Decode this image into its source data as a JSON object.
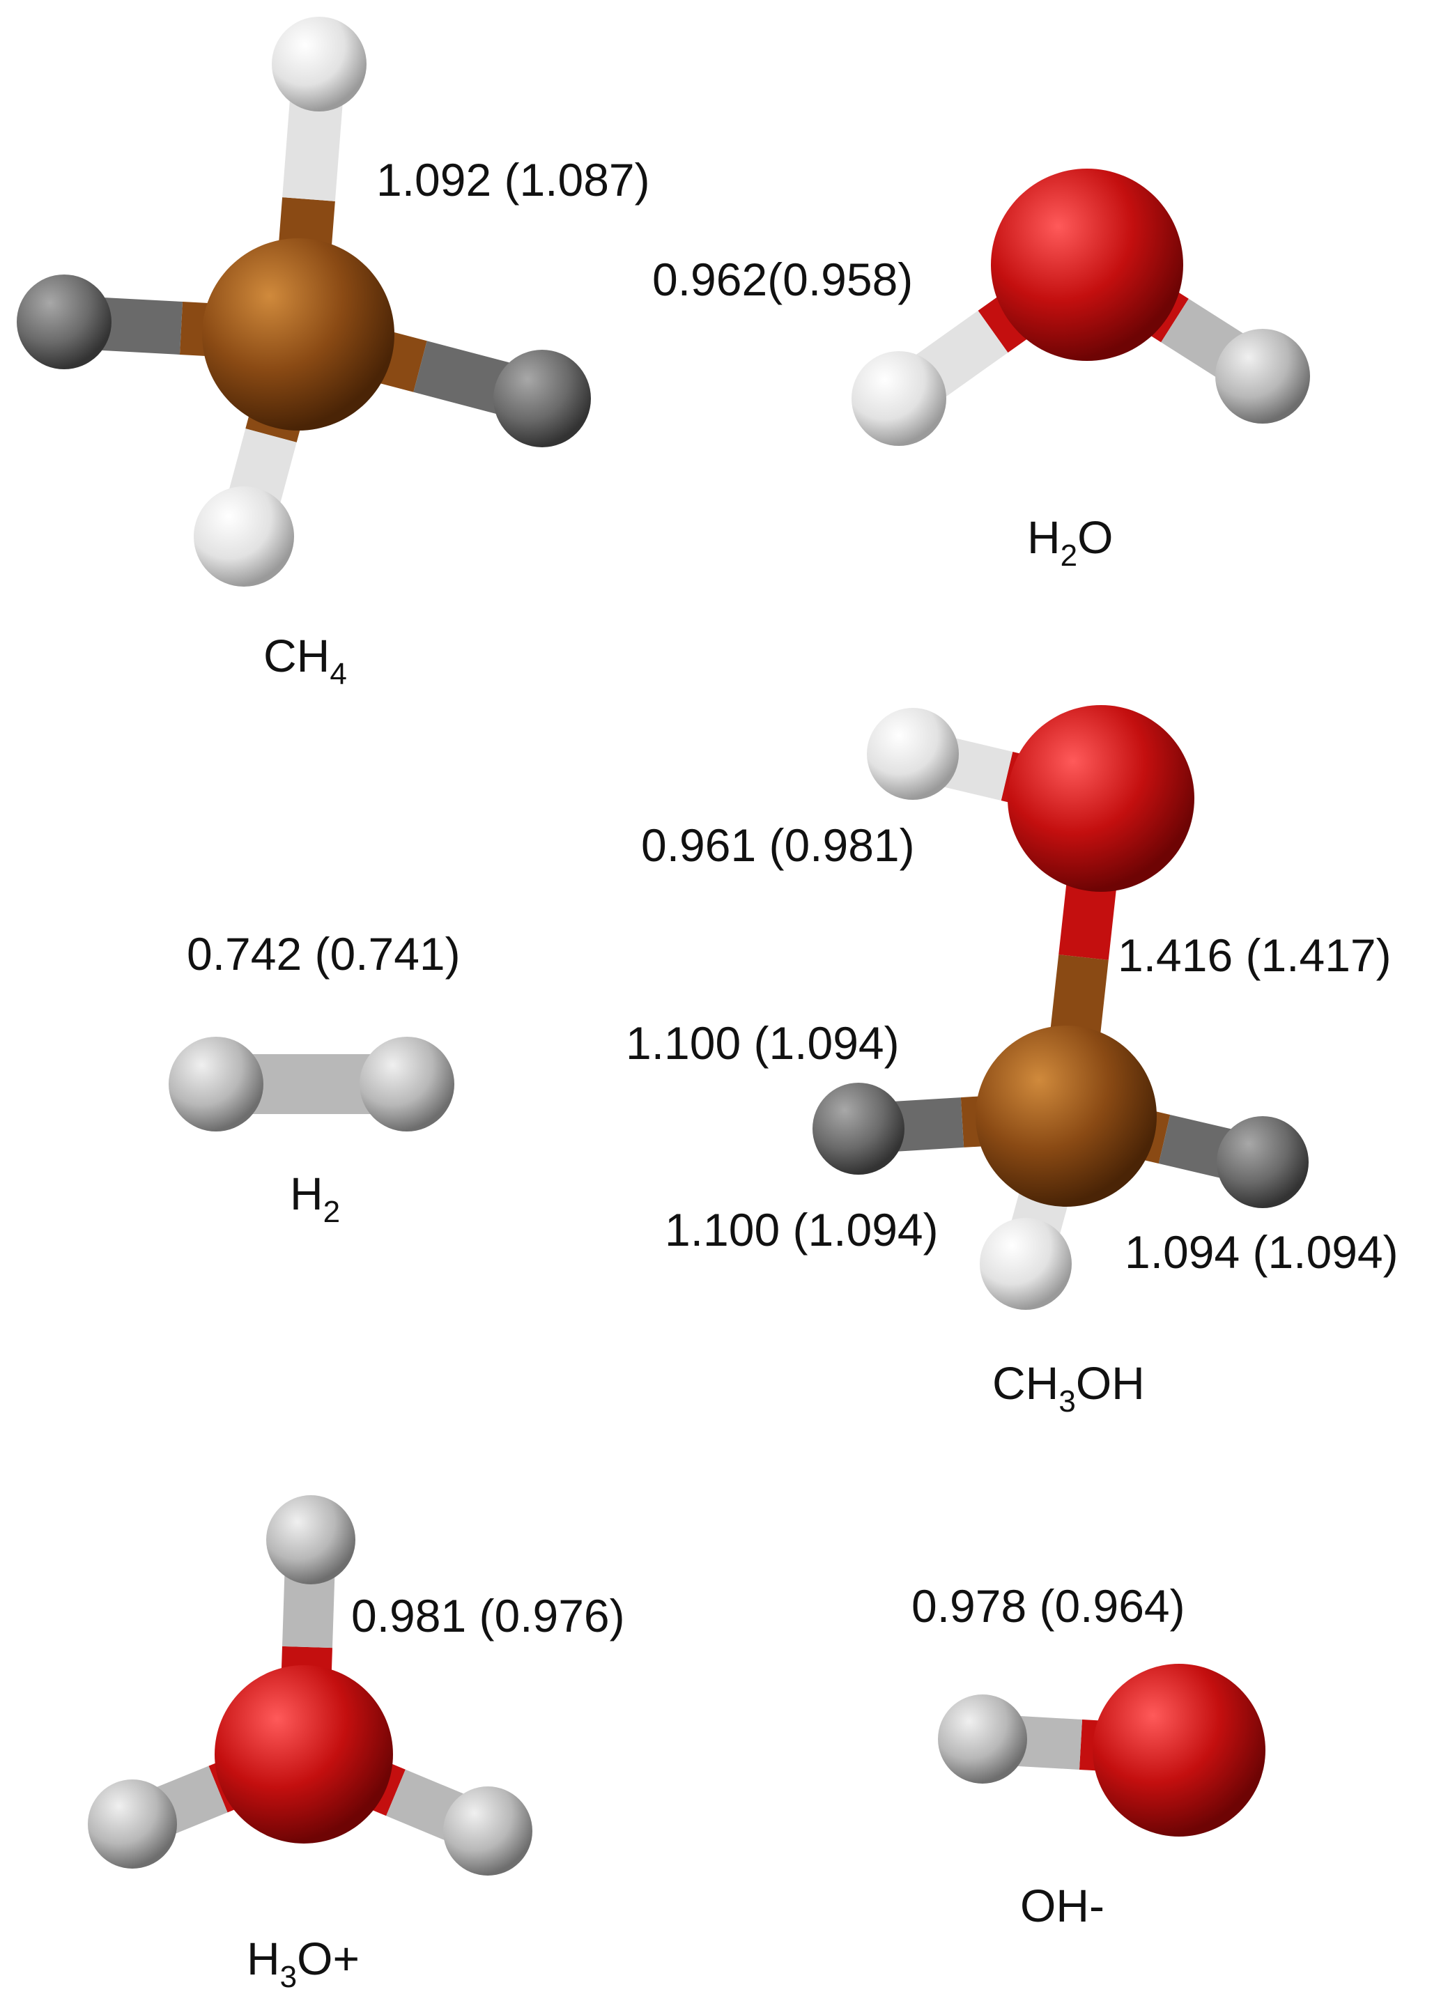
{
  "colors": {
    "carbon": "#8a4a14",
    "oxygen": "#c40f0f",
    "hydrogen_light": "#e2e2e2",
    "hydrogen_dark": "#6a6a6a",
    "background": "#ffffff"
  },
  "molecules": [
    {
      "id": "ch4",
      "name": {
        "main": "CH",
        "sub": "4",
        "post": ""
      },
      "bond_labels": [
        "1.092 (1.087)"
      ]
    },
    {
      "id": "h2o",
      "name": {
        "main": "H",
        "sub": "2",
        "post": "O"
      },
      "bond_labels": [
        "0.962(0.958)"
      ]
    },
    {
      "id": "h2",
      "name": {
        "main": "H",
        "sub": "2",
        "post": ""
      },
      "bond_labels": [
        "0.742 (0.741)"
      ]
    },
    {
      "id": "ch3oh",
      "name": {
        "main": "CH",
        "sub": "3",
        "post": "OH"
      },
      "bond_labels": [
        "0.961 (0.981)",
        "1.416 (1.417)",
        "1.100 (1.094)",
        "1.100 (1.094)",
        "1.094 (1.094)"
      ]
    },
    {
      "id": "h3o",
      "name": {
        "main": "H",
        "sub": "3",
        "post": "O+"
      },
      "bond_labels": [
        "0.981 (0.976)"
      ]
    },
    {
      "id": "oh",
      "name": {
        "main": "OH-",
        "sub": "",
        "post": ""
      },
      "bond_labels": [
        "0.978 (0.964)"
      ]
    }
  ]
}
